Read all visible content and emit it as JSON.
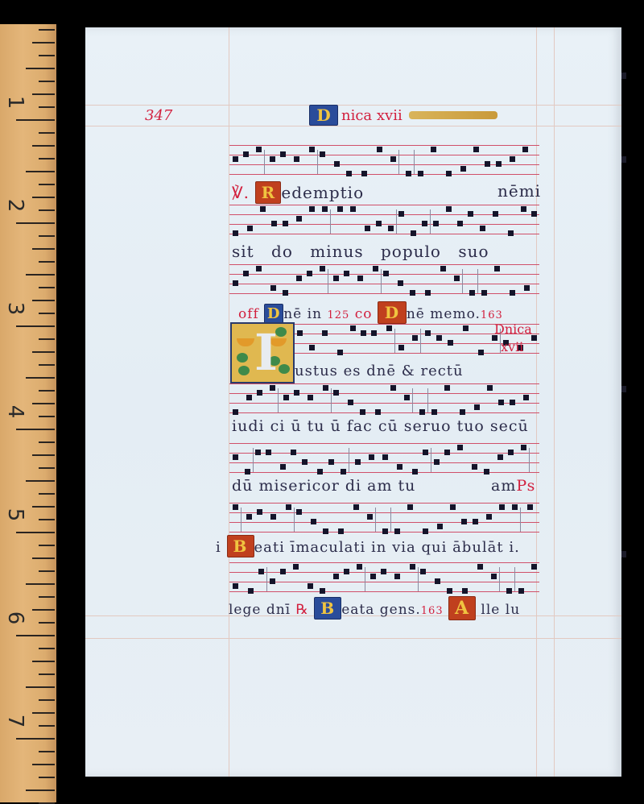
{
  "ruler": {
    "labels": [
      "1",
      "2",
      "3",
      "4",
      "5",
      "6",
      "7"
    ],
    "units": "inches"
  },
  "manuscript": {
    "folio_number": "347",
    "header": {
      "initial": "D",
      "title": "nica xvii"
    },
    "lines": [
      {
        "rubric": "℣.",
        "initial": "R",
        "text": "edemptio",
        "text_end": "nēmi"
      },
      {
        "text": "sit   do   minus populo suo"
      },
      {
        "rubric": "off",
        "initial": "D",
        "text": "nē in",
        "ref1": "125",
        "rubric2": "co",
        "initial2": "D",
        "text2": "nē memo.",
        "ref2": "163"
      },
      {
        "initial": "I",
        "text": "ustus es dnē & rectū"
      },
      {
        "text": "iudi ci ū  tu ū  fac cū seruo tuo secū"
      },
      {
        "text": "dū  misericor  di am  tu",
        "text_end": "am",
        "rubric_end": "Ps"
      },
      {
        "marker": "i",
        "initial": "B",
        "text": "eati īmaculati in via qui ābulāt i."
      },
      {
        "text": "lege dnī",
        "rubric": "℞",
        "initial": "B",
        "text2": "eata gens.",
        "ref": "163",
        "initial2": "A",
        "text3": "lle lu"
      }
    ],
    "side_rubric": [
      "Dnica",
      "xvii"
    ],
    "colors": {
      "rubric_red": "#d2203e",
      "ink": "#2c2c4a",
      "staff_red": "#d0506a",
      "gold": "#e0b850",
      "initial_blue": "#2a4c9a",
      "initial_red": "#c0401e",
      "vellum": "#e6eef5"
    }
  }
}
